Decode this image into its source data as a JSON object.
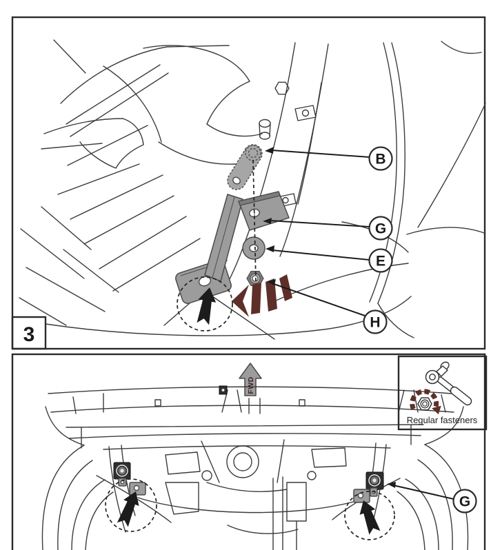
{
  "colors": {
    "background": "#ffffff",
    "line_art": "#3a3a3a",
    "panel_border": "#2a2a2a",
    "part_gray": "#9c9c9c",
    "phantom_gray": "#a6a6a6",
    "arrow_black": "#1c1c1c",
    "accent_maroon": "#5e2f29",
    "fwd_text": "#3f2320"
  },
  "top_panel": {
    "step_number": "3",
    "callouts": [
      {
        "label": "B"
      },
      {
        "label": "G"
      },
      {
        "label": "E"
      },
      {
        "label": "H"
      }
    ]
  },
  "bottom_panel": {
    "direction_label": "FWD",
    "callout": {
      "label": "G"
    },
    "legend": {
      "label": "Regular fasteners",
      "icons": [
        "ratchet-wrench-icon",
        "torque-nut-icon"
      ]
    }
  }
}
